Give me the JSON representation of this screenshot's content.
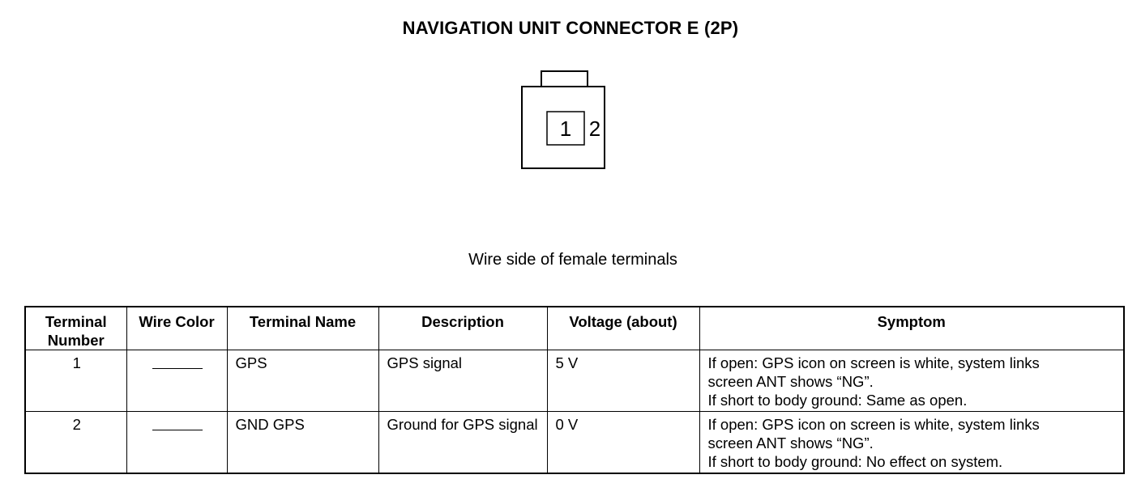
{
  "title": "NAVIGATION UNIT CONNECTOR E (2P)",
  "connector": {
    "pins": [
      "1",
      "2"
    ]
  },
  "caption": "Wire side of female terminals",
  "table": {
    "headers": [
      "Terminal Number",
      "Wire Color",
      "Terminal Name",
      "Description",
      "Voltage (about)",
      "Symptom"
    ],
    "rows": [
      {
        "terminal_number": "1",
        "wire_color": "——",
        "terminal_name": "GPS",
        "description": "GPS signal",
        "voltage": "5 V",
        "symptom": [
          "If open: GPS icon on screen is white, system links",
          "screen ANT shows “NG”.",
          "If short to body ground: Same as open."
        ]
      },
      {
        "terminal_number": "2",
        "wire_color": "——",
        "terminal_name": "GND GPS",
        "description": "Ground for GPS signal",
        "voltage": "0 V",
        "symptom": [
          "If open: GPS icon on screen is white, system links",
          "screen ANT shows “NG”.",
          "If short to body ground: No effect on system."
        ]
      }
    ]
  }
}
